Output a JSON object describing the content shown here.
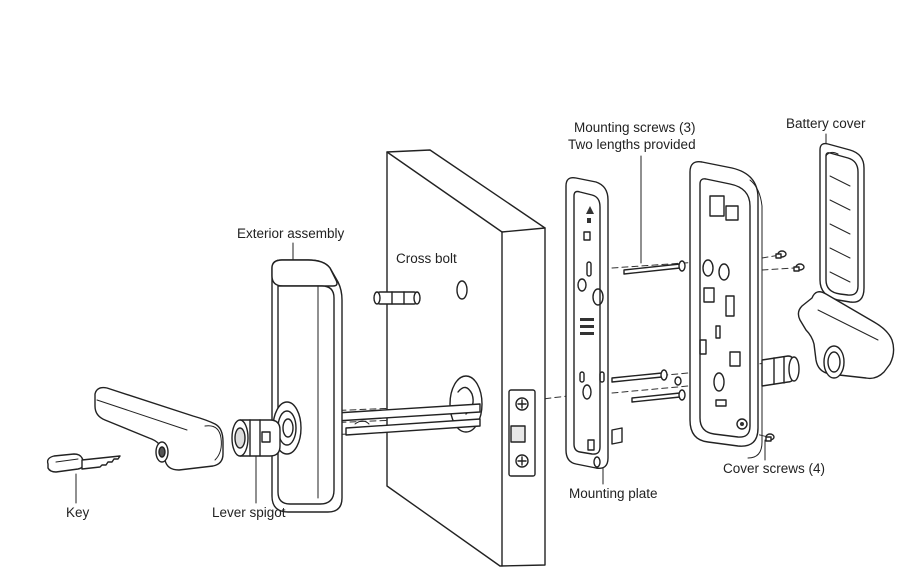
{
  "diagram": {
    "labels": {
      "exterior_assembly": "Exterior assembly",
      "cross_bolt": "Cross bolt",
      "mounting_screws_line1": "Mounting screws (3)",
      "mounting_screws_line2": "Two lengths provided",
      "battery_cover": "Battery cover",
      "cover_screws": "Cover screws (4)",
      "mounting_plate": "Mounting plate",
      "lever_spigot": "Lever spigot",
      "key": "Key"
    },
    "colors": {
      "line": "#222222",
      "dashed": "#333333",
      "fill": "#ffffff",
      "shade": "#d9d9d9",
      "dark": "#555555"
    }
  }
}
